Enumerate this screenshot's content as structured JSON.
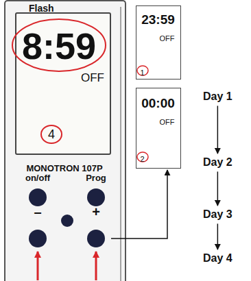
{
  "diagram": {
    "nodes": [
      {
        "text": [
          "MONOTRON 107P"
        ]
      },
      {
        "text": [
          "8:59",
          "OFF",
          "4"
        ],
        "in": 0
      },
      {
        "text": [
          "on/off"
        ],
        "in": 0
      },
      {
        "text": [
          "Prog"
        ],
        "in": 0
      },
      {
        "text": [
          "–"
        ],
        "in": 0
      },
      {
        "text": [
          "+"
        ],
        "in": 0
      },
      {
        "text": [
          "23:59",
          "OFF",
          "1"
        ]
      },
      {
        "text": [
          "00:00",
          "OFF",
          "2"
        ]
      },
      {
        "text": [
          "Day 1"
        ]
      },
      {
        "text": [
          "Day 2"
        ]
      },
      {
        "text": [
          "Day 3"
        ]
      },
      {
        "text": [
          "Day 4"
        ]
      }
    ],
    "edges": [
      {
        "from": 5,
        "to": 7,
        "arrow": "to"
      },
      {
        "from": 8,
        "to": 9,
        "arrow": "to"
      },
      {
        "from": 9,
        "to": 10,
        "arrow": "to"
      },
      {
        "from": 10,
        "to": 11,
        "arrow": "to"
      }
    ],
    "labels": [
      "Flash"
    ]
  }
}
